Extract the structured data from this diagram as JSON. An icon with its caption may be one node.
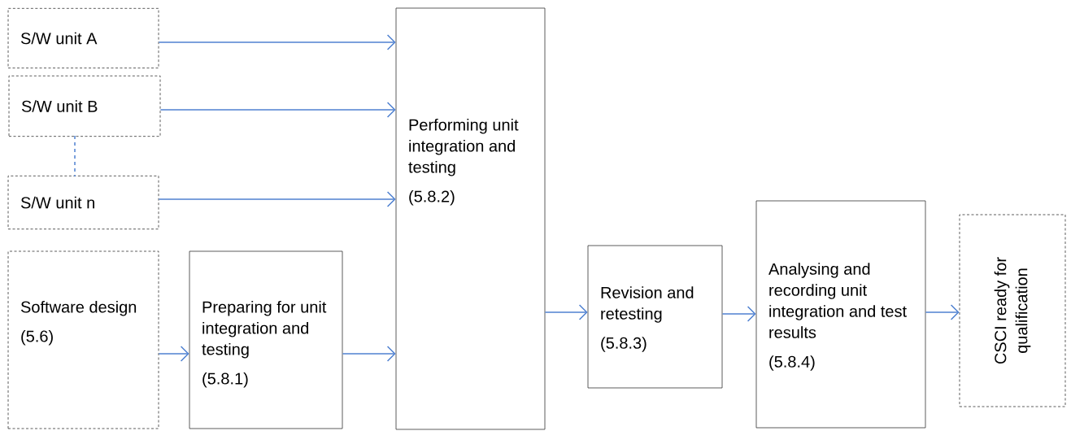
{
  "diagram": {
    "nodes": [
      {
        "text": [
          "S/W unit A"
        ]
      },
      {
        "text": [
          "S/W unit B"
        ]
      },
      {
        "text": [
          "S/W unit n"
        ]
      },
      {
        "text": [
          "Software design",
          "(5.6)"
        ]
      },
      {
        "text": [
          "Preparing for unit integration and testing",
          "(5.8.1)"
        ]
      },
      {
        "text": [
          "Performing unit integration and testing",
          "(5.8.2)"
        ]
      },
      {
        "text": [
          "Revision and retesting",
          "(5.8.3)"
        ]
      },
      {
        "text": [
          "Analysing and recording unit integration and test results",
          "(5.8.4)"
        ]
      },
      {
        "text": [
          "CSCI ready for qualification"
        ]
      }
    ],
    "edges": [
      {
        "from": 0,
        "to": 5,
        "arrow": "to"
      },
      {
        "from": 1,
        "to": 5,
        "arrow": "to"
      },
      {
        "from": 1,
        "to": 2,
        "arrow": "none",
        "style": "dashed"
      },
      {
        "from": 2,
        "to": 5,
        "arrow": "to"
      },
      {
        "from": 3,
        "to": 4,
        "arrow": "to"
      },
      {
        "from": 4,
        "to": 5,
        "arrow": "to"
      },
      {
        "from": 5,
        "to": 6,
        "arrow": "to"
      },
      {
        "from": 6,
        "to": 7,
        "arrow": "to"
      },
      {
        "from": 7,
        "to": 8,
        "arrow": "to"
      }
    ]
  }
}
